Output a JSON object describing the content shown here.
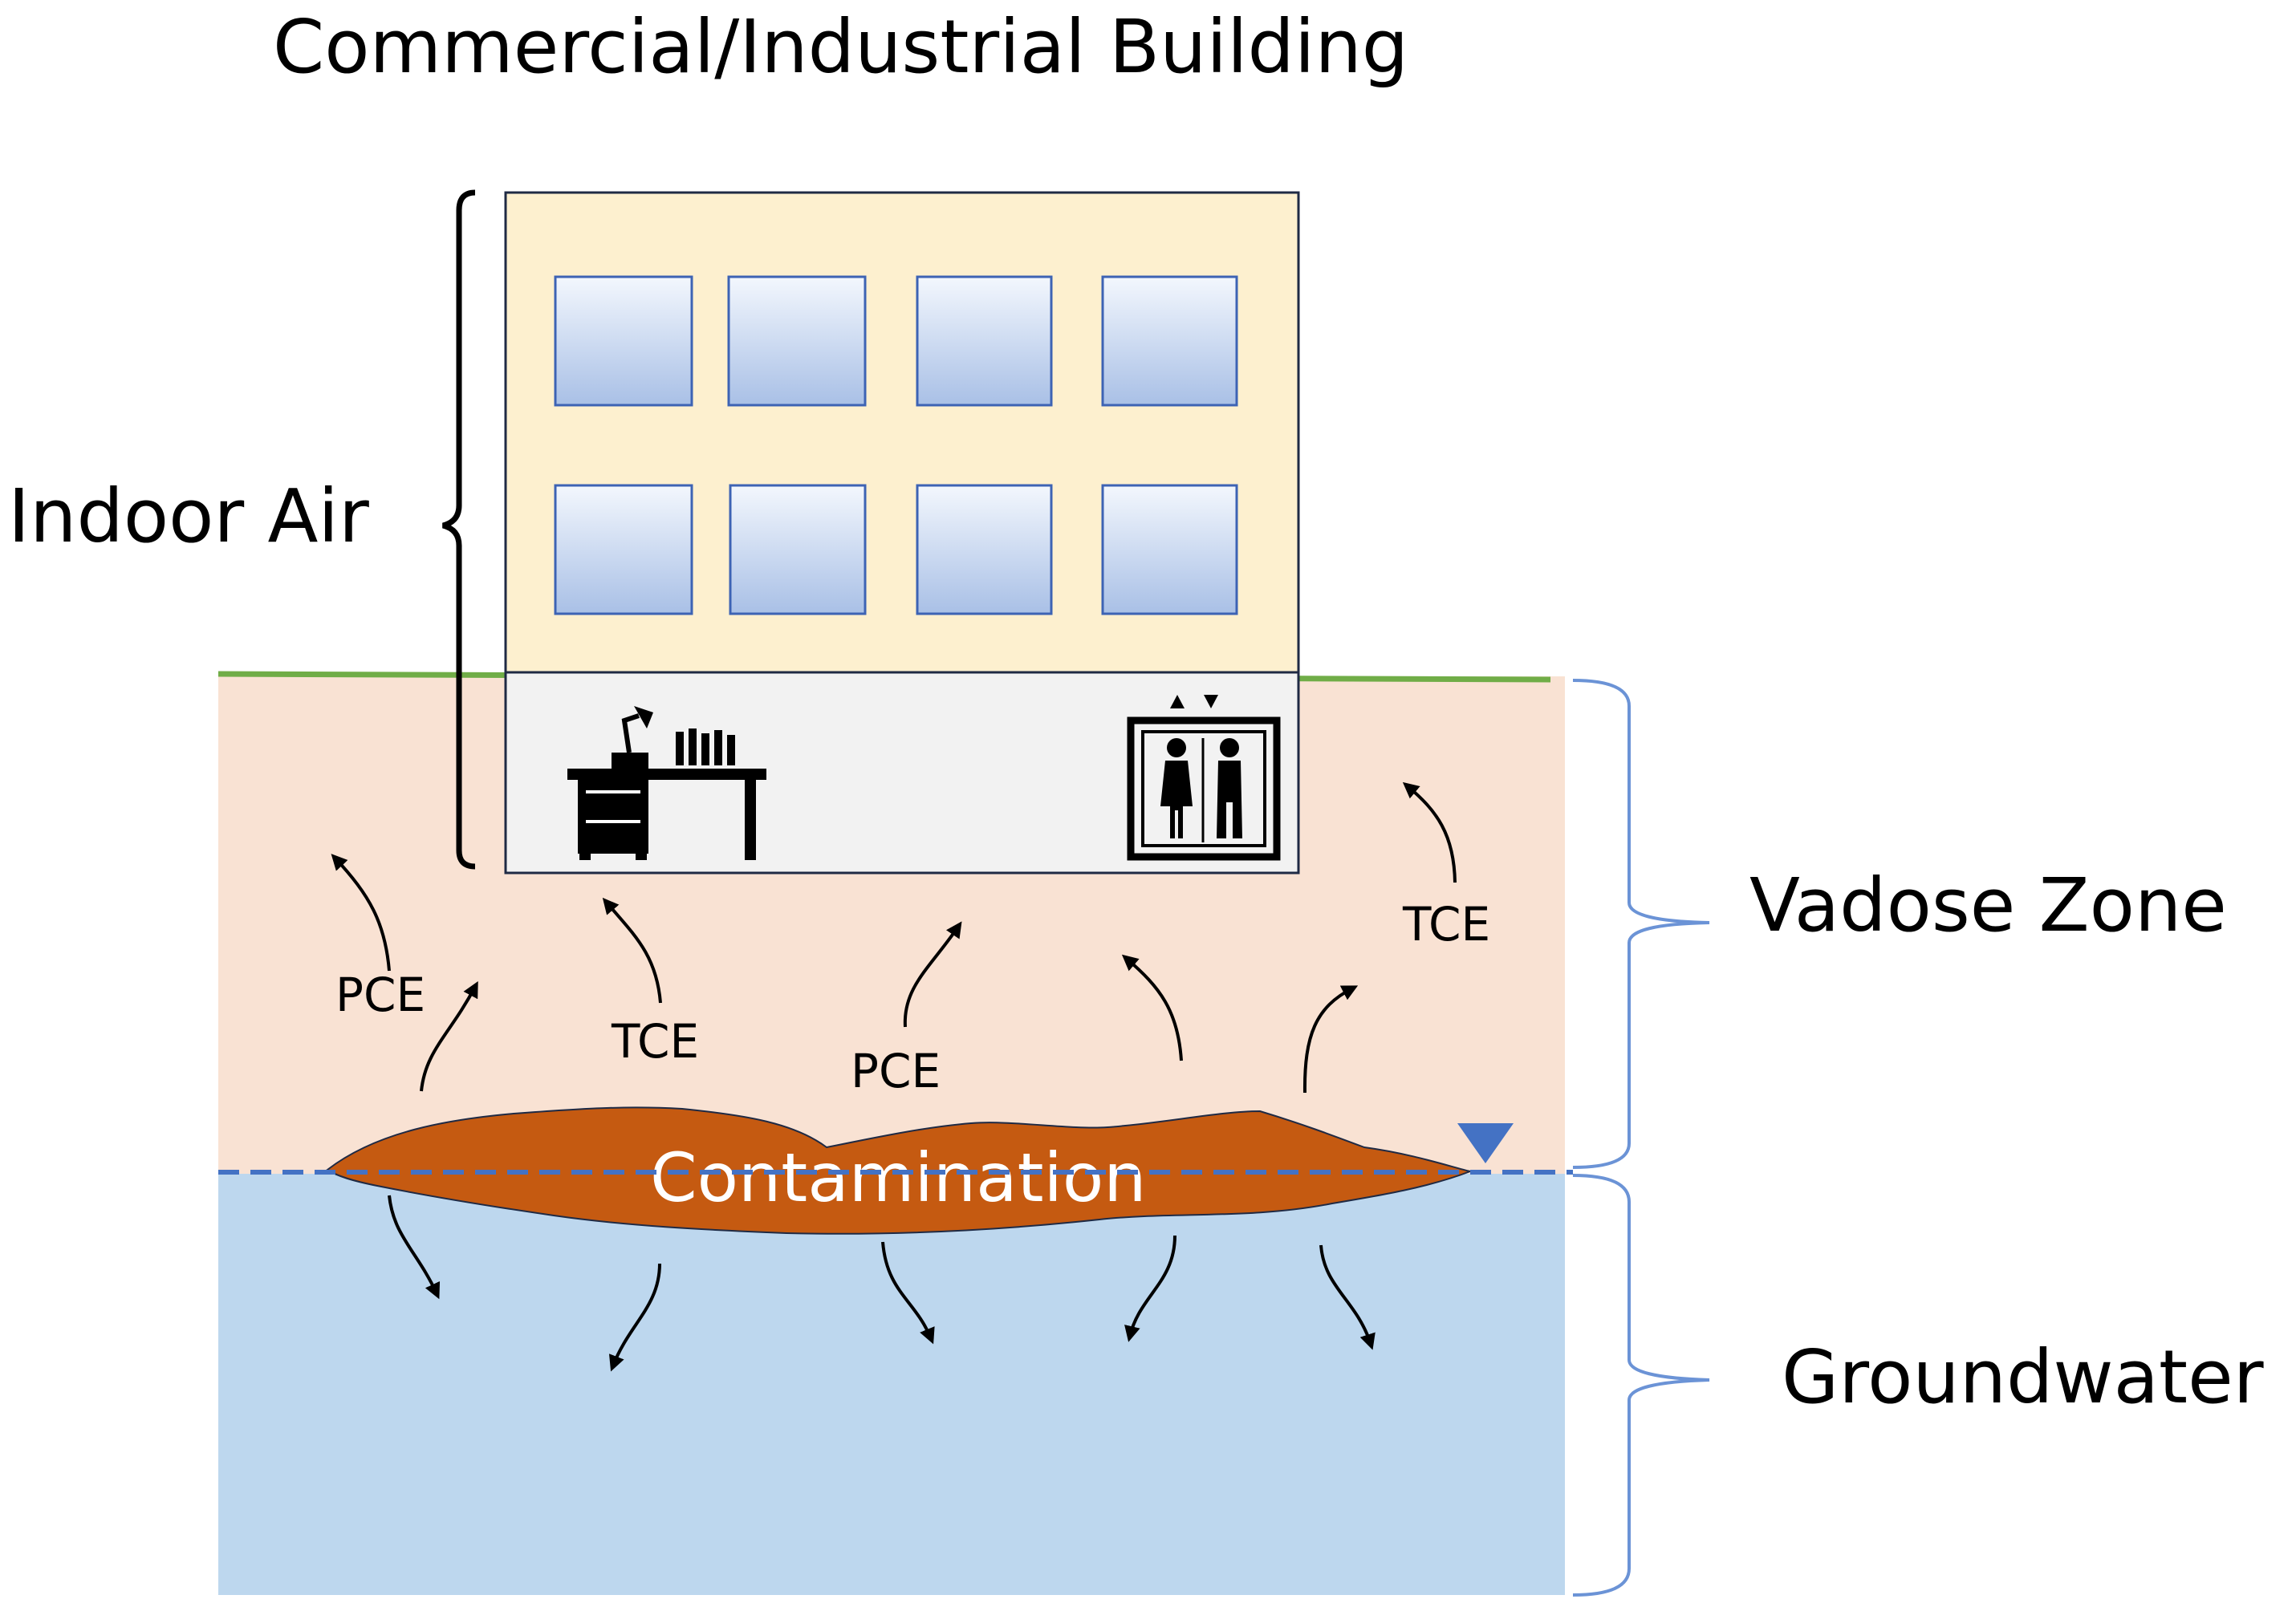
{
  "title": "Commercial/Industrial Building",
  "labels": {
    "indoor_air": "Indoor Air",
    "vadose_zone": "Vadose Zone",
    "groundwater": "Groundwater",
    "contamination": "Contamination"
  },
  "vapor_labels": [
    "PCE",
    "TCE",
    "PCE",
    "TCE"
  ],
  "colors": {
    "vadose": "#f9e2d3",
    "groundwater": "#bdd7ee",
    "building_upper": "#fdf0cf",
    "building_lower": "#f2f2f2",
    "contamination": "#c55a11",
    "ground_line": "#70ad47",
    "water_table": "#4472c4"
  },
  "icons": [
    "desk-lamp-icon",
    "elevator-icon",
    "water-table-triangle-icon"
  ]
}
